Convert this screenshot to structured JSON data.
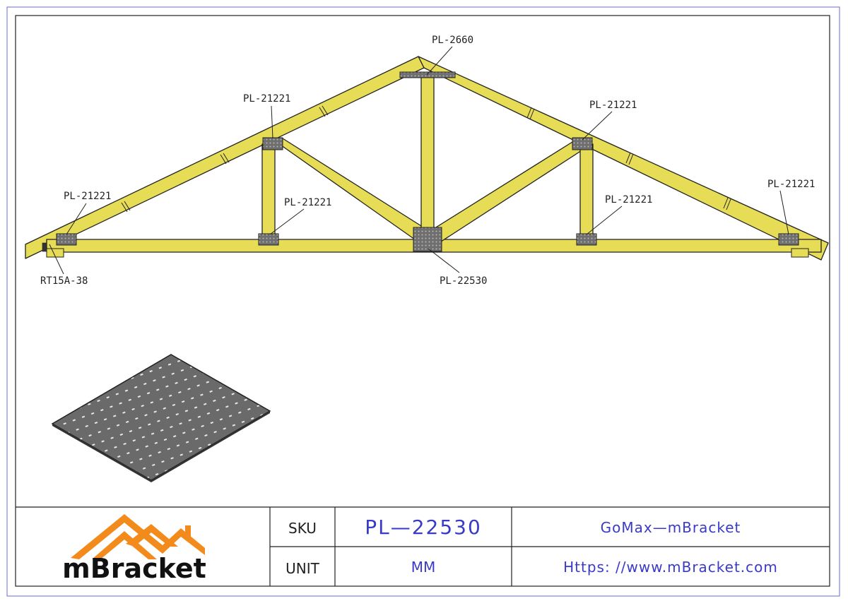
{
  "labels": {
    "apex_plate": "PL-2660",
    "upper_left_plate": "PL-21221",
    "upper_right_plate": "PL-21221",
    "left_heel_plate": "PL-21221",
    "right_heel_plate": "PL-21221",
    "left_bottom_plate": "PL-21221",
    "right_bottom_plate": "PL-21221",
    "center_plate": "PL-22530",
    "bearing_bracket": "RT15A-38"
  },
  "title_block": {
    "logo_text": "mBracket",
    "sku_label": "SKU",
    "sku_value": "PL—22530",
    "unit_label": "UNIT",
    "unit_value": "MM",
    "company": "GoMax—mBracket",
    "website": "Https: //www.mBracket.com"
  },
  "colors": {
    "timber": "#e6dc56",
    "plate": "#6f6f6f",
    "logo_orange": "#f28a1c",
    "title_blue": "#3a3ac8",
    "border_blue": "#6a6adc"
  }
}
